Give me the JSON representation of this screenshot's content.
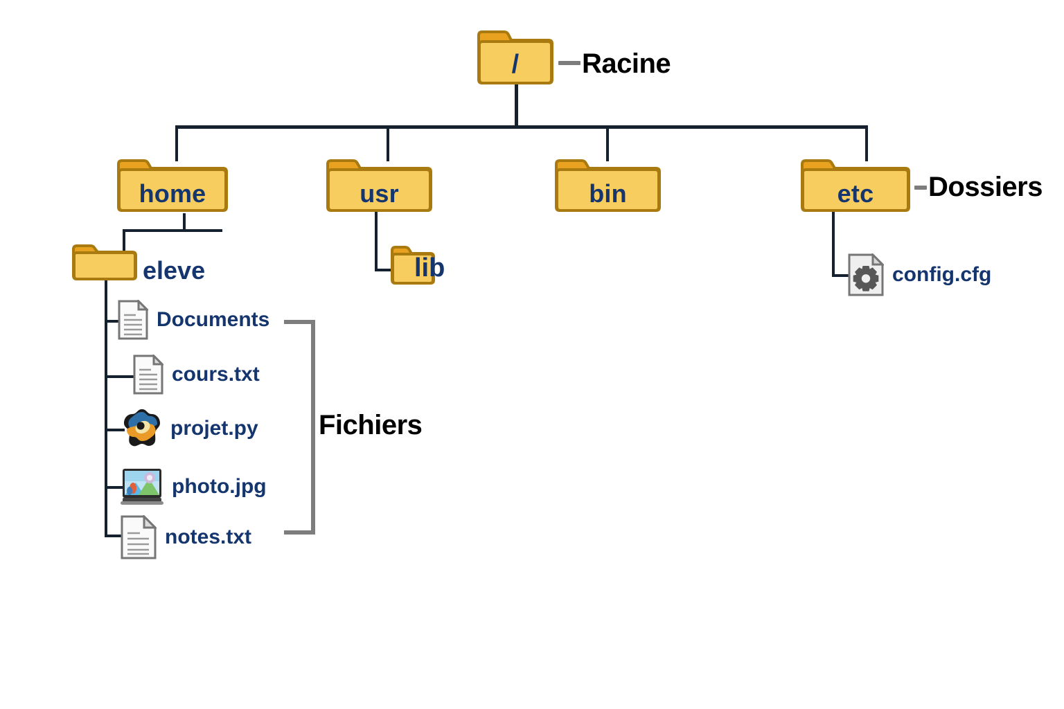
{
  "diagram": {
    "title_semantics": "linux-filesystem-tree",
    "colors": {
      "folder_body": "#f7cd5f",
      "folder_tab": "#e8a21f",
      "folder_border": "#a97a10",
      "line": "#15212f",
      "label_text": "#14356e",
      "callout_text": "#000000",
      "bracket": "#7d7d7d",
      "background": "#ffffff"
    }
  },
  "nodes": {
    "root": {
      "label": "/",
      "type": "folder"
    },
    "home": {
      "label": "home",
      "type": "folder"
    },
    "usr": {
      "label": "usr",
      "type": "folder"
    },
    "bin": {
      "label": "bin",
      "type": "folder"
    },
    "etc": {
      "label": "etc",
      "type": "folder"
    },
    "eleve": {
      "label": "eleve",
      "type": "folder"
    },
    "lib": {
      "label": "lib",
      "type": "folder"
    },
    "config": {
      "label": "config.cfg",
      "type": "file",
      "icon": "gear-document-icon"
    }
  },
  "files": [
    {
      "label": "Documents",
      "icon": "document-icon"
    },
    {
      "label": "cours.txt",
      "icon": "document-icon"
    },
    {
      "label": "projet.py",
      "icon": "python-icon"
    },
    {
      "label": "photo.jpg",
      "icon": "image-icon"
    },
    {
      "label": "notes.txt",
      "icon": "document-icon"
    }
  ],
  "callouts": {
    "racine": "Racine",
    "dossiers": "Dossiers",
    "fichiers": "Fichiers"
  }
}
